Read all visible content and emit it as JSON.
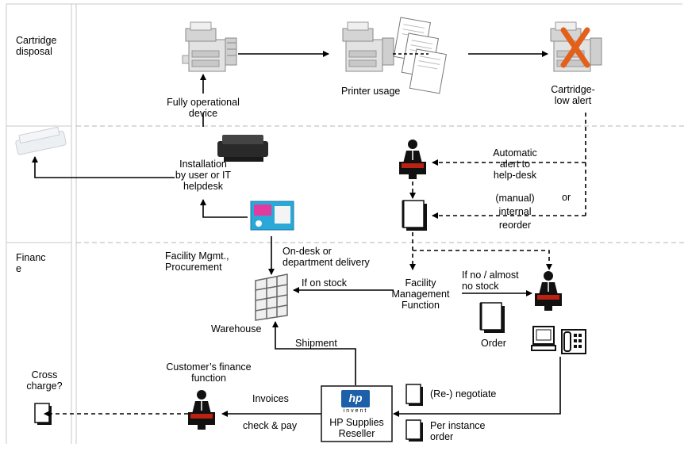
{
  "lanes": {
    "top_label": "Cartridge\ndisposal",
    "bottom_label": "Financ\ne"
  },
  "labels": {
    "fully_operational": "Fully operational\ndevice",
    "printer_usage": "Printer usage",
    "cartridge_low": "Cartridge-\nlow alert",
    "installation": "Installation\nby user or IT\nhelpdesk",
    "automatic_alert": "Automatic\nalert to\nhelp-desk",
    "or": "or",
    "manual_reorder": "(manual)\ninternal\nreorder",
    "facility_procurement": "Facility Mgmt.,\nProcurement",
    "on_desk": "On-desk or\ndepartment delivery",
    "if_on_stock": "If on stock",
    "facility_function": "Facility\nManagement\nFunction",
    "if_no_stock": "If no / almost\nno stock",
    "warehouse": "Warehouse",
    "order": "Order",
    "shipment": "Shipment",
    "customer_finance": "Customer’s finance\nfunction",
    "cross_charge": "Cross\ncharge?",
    "invoices": "Invoices",
    "check_pay": "check & pay",
    "reseller": "HP Supplies\nReseller",
    "renegotiate": "(Re-) negotiate",
    "per_instance": "Per instance\norder"
  },
  "logo": {
    "mark": "hp",
    "word": "invent"
  },
  "colors": {
    "alert_x": "#e2601a",
    "hp_blue": "#1d5fa8",
    "cartridge_box": "#2aa8d8"
  }
}
